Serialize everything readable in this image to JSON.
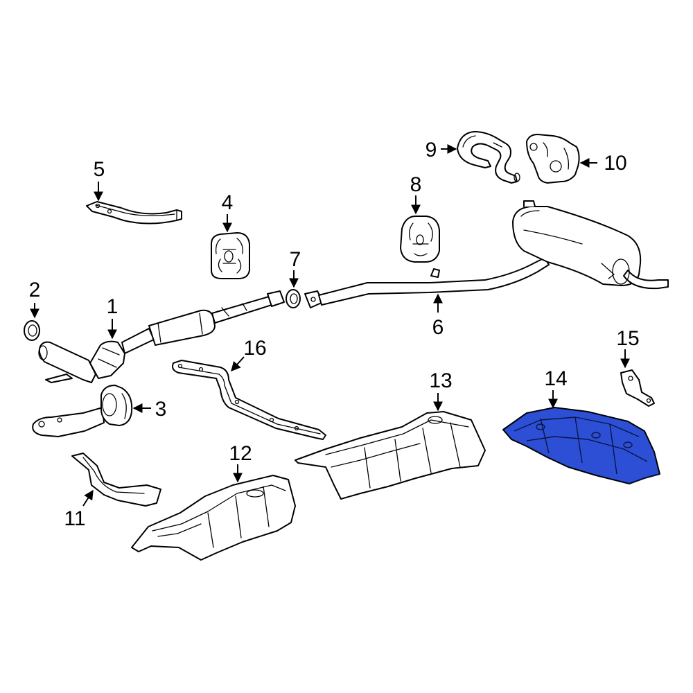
{
  "callouts": {
    "c1": "1",
    "c2": "2",
    "c3": "3",
    "c4": "4",
    "c5": "5",
    "c6": "6",
    "c7": "7",
    "c8": "8",
    "c9": "9",
    "c10": "10",
    "c11": "11",
    "c12": "12",
    "c13": "13",
    "c14": "14",
    "c15": "15",
    "c16": "16"
  },
  "colors": {
    "highlight": "#2d4fd6",
    "outline": "#000000",
    "background": "#ffffff"
  },
  "highlighted_part": "14"
}
